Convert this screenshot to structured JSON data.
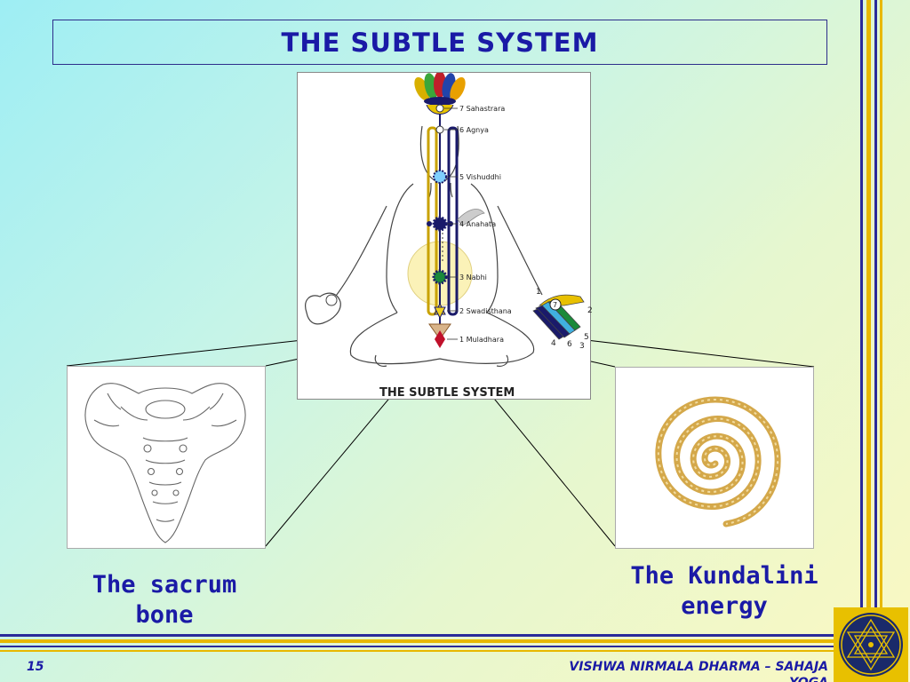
{
  "slide": {
    "title": "THE SUBTLE SYSTEM",
    "page_number": "15",
    "footer": "VISHWA NIRMALA DHARMA – SAHAJA YOGA"
  },
  "diagram": {
    "caption": "THE SUBTLE SYSTEM",
    "chakras": [
      {
        "label": "7 Sahastrara"
      },
      {
        "label": "6 Agnya"
      },
      {
        "label": "5 Vishuddhi"
      },
      {
        "label": "4 Anahata"
      },
      {
        "label": "3 Nabhi"
      },
      {
        "label": "2 Swadisthana"
      },
      {
        "label": "1 Muladhara"
      }
    ],
    "hand_numbers": [
      "1",
      "2",
      "4",
      "6",
      "3",
      "5"
    ],
    "hand_circle": "7"
  },
  "captions": {
    "sacrum": [
      "The sacrum",
      "bone"
    ],
    "kundalini": [
      "The Kundalini",
      "energy"
    ]
  },
  "colors": {
    "accent": "#1a1aa6",
    "frame_gold": "#e8b800",
    "frame_blue": "#2a2a9a",
    "kundalini_gold": "#d4a84a"
  }
}
